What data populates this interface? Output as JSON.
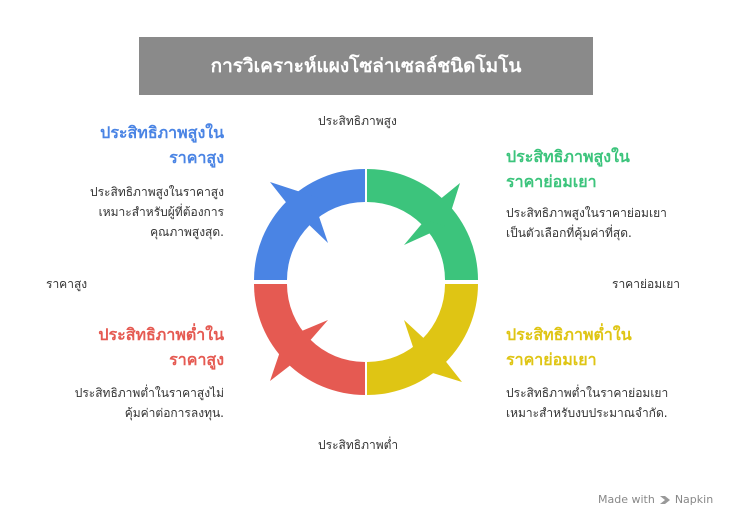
{
  "title": "การวิเคราะห์แผงโซล่าเซลล์ชนิดโมโน",
  "axes": {
    "top": "ประสิทธิภาพสูง",
    "bottom": "ประสิทธิภาพต่ำ",
    "left": "ราคาสูง",
    "right": "ราคาย่อมเยา"
  },
  "quadrants": {
    "top_left": {
      "title_line1": "ประสิทธิภาพสูงใน",
      "title_line2": "ราคาสูง",
      "desc_line1": "ประสิทธิภาพสูงในราคาสูง",
      "desc_line2": "เหมาะสำหรับผู้ที่ต้องการ",
      "desc_line3": "คุณภาพสูงสุด.",
      "color": "#4a84e4"
    },
    "top_right": {
      "title_line1": "ประสิทธิภาพสูงใน",
      "title_line2": "ราคาย่อมเยา",
      "desc_line1": "ประสิทธิภาพสูงในราคาย่อมเยา",
      "desc_line2": "เป็นตัวเลือกที่คุ้มค่าที่สุด.",
      "color": "#3cc47c"
    },
    "bottom_left": {
      "title_line1": "ประสิทธิภาพต่ำใน",
      "title_line2": "ราคาสูง",
      "desc_line1": "ประสิทธิภาพต่ำในราคาสูงไม่",
      "desc_line2": "คุ้มค่าต่อการลงทุน.",
      "color": "#e55a52"
    },
    "bottom_right": {
      "title_line1": "ประสิทธิภาพต่ำใน",
      "title_line2": "ราคาย่อมเยา",
      "desc_line1": "ประสิทธิภาพต่ำในราคาย่อมเยา",
      "desc_line2": "เหมาะสำหรับงบประมาณจำกัด.",
      "color": "#dfc514"
    }
  },
  "watermark": {
    "prefix": "Made with",
    "brand": "Napkin"
  }
}
